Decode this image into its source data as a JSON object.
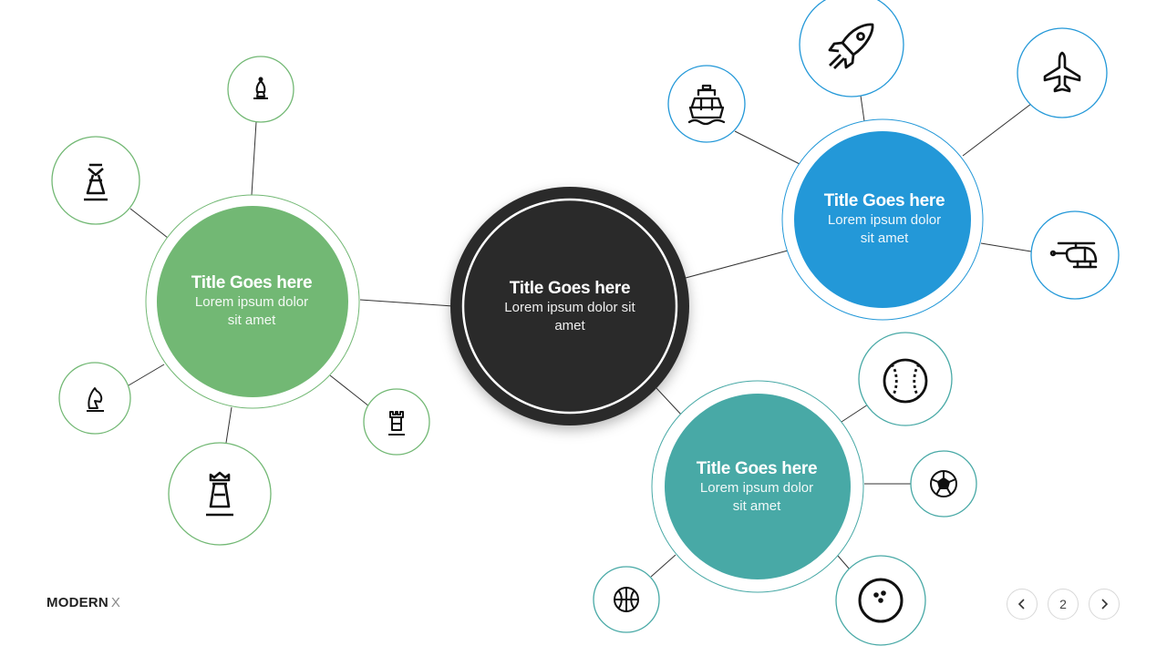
{
  "colors": {
    "center": "#2b2b2b",
    "green": "#72b874",
    "blue": "#2398d8",
    "teal": "#48a9a6"
  },
  "center_hub": {
    "title": "Title Goes here",
    "body_line1": "Lorem ipsum dolor sit",
    "body_line2": "amet"
  },
  "hubs": {
    "green": {
      "title": "Title Goes here",
      "body_line1": "Lorem ipsum dolor",
      "body_line2": "sit amet",
      "icons": [
        "bishop-icon",
        "queen-icon",
        "knight-icon",
        "king-icon",
        "rook-icon"
      ]
    },
    "blue": {
      "title": "Title Goes here",
      "body_line1": "Lorem ipsum dolor",
      "body_line2": "sit amet",
      "icons": [
        "ship-icon",
        "rocket-icon",
        "airplane-icon",
        "helicopter-icon"
      ]
    },
    "teal": {
      "title": "Title Goes here",
      "body_line1": "Lorem ipsum dolor",
      "body_line2": "sit amet",
      "icons": [
        "baseball-icon",
        "soccer-ball-icon",
        "basketball-icon",
        "bowling-ball-icon"
      ]
    }
  },
  "footer": {
    "brand_main": "MODERN",
    "brand_suffix": "X",
    "page_number": "2"
  }
}
